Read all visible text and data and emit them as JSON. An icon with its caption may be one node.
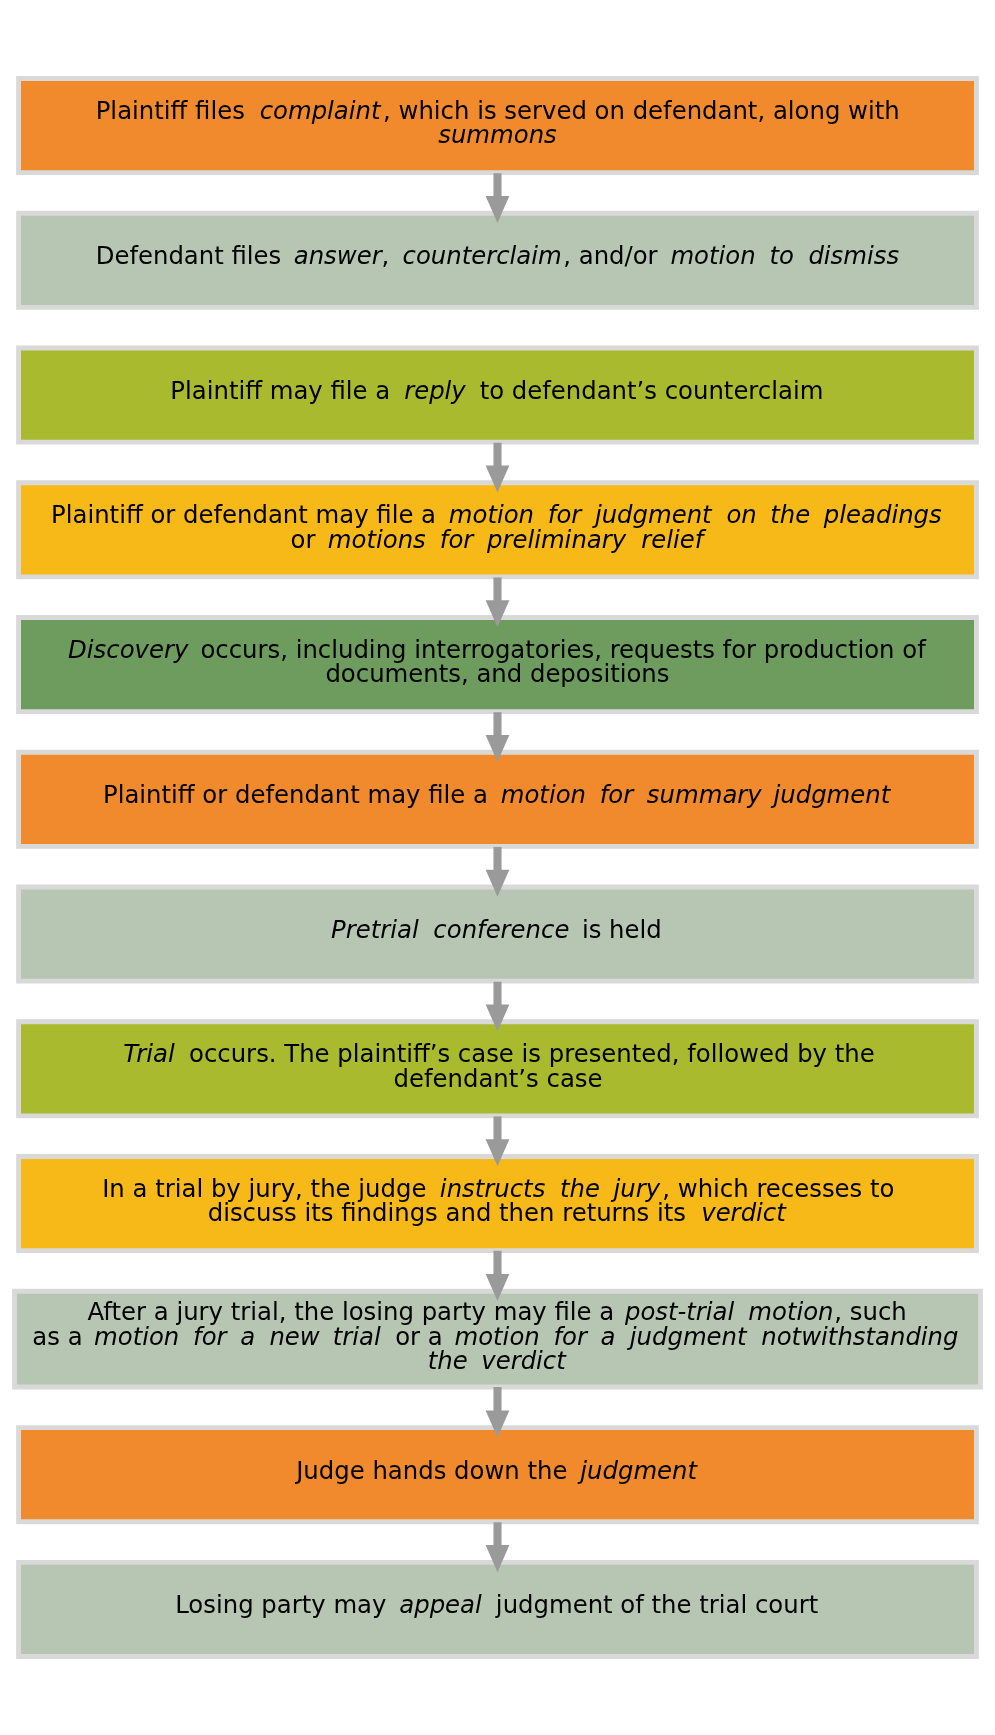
{
  "diagram": {
    "nodes": [
      {
        "text": [
          "Plaintiff files *complaint*, which is served on defendant, along with *summons*"
        ]
      },
      {
        "text": [
          "Defendant files *answer*, *counterclaim*, and/or *motion to dismiss*"
        ]
      },
      {
        "text": [
          "Plaintiff may file a *reply* to defendant’s counterclaim"
        ]
      },
      {
        "text": [
          "Plaintiff or defendant may file a *motion for judgment on the pleadings* or *motions for preliminary relief*"
        ]
      },
      {
        "text": [
          "*Discovery* occurs, including interrogatories, requests for production of documents, and depositions"
        ]
      },
      {
        "text": [
          "Plaintiff or defendant may file a *motion for summary judgment*"
        ]
      },
      {
        "text": [
          "*Pretrial conference* is held"
        ]
      },
      {
        "text": [
          "*Trial* occurs. The plaintiff’s case is presented, followed by the defendant’s case"
        ]
      },
      {
        "text": [
          "In a trial by jury, the judge *instructs the jury*, which recesses to discuss its findings and then returns its *verdict*"
        ]
      },
      {
        "text": [
          "After a jury trial, the losing party may file a *post-trial motion*, such as a *motion for a new trial* or a *motion for a judgment notwithstanding the verdict*"
        ]
      },
      {
        "text": [
          "Judge hands down the *judgment*"
        ]
      },
      {
        "text": [
          "Losing party may *appeal* judgment of the trial court"
        ]
      }
    ],
    "edges": [
      {
        "from": 0,
        "to": 1,
        "arrow": "to"
      },
      {
        "from": 2,
        "to": 3,
        "arrow": "to"
      },
      {
        "from": 3,
        "to": 4,
        "arrow": "to"
      },
      {
        "from": 4,
        "to": 5,
        "arrow": "to"
      },
      {
        "from": 5,
        "to": 6,
        "arrow": "to"
      },
      {
        "from": 6,
        "to": 7,
        "arrow": "to"
      },
      {
        "from": 7,
        "to": 8,
        "arrow": "to"
      },
      {
        "from": 8,
        "to": 9,
        "arrow": "to"
      },
      {
        "from": 9,
        "to": 10,
        "arrow": "to"
      },
      {
        "from": 10,
        "to": 11,
        "arrow": "to"
      }
    ]
  }
}
